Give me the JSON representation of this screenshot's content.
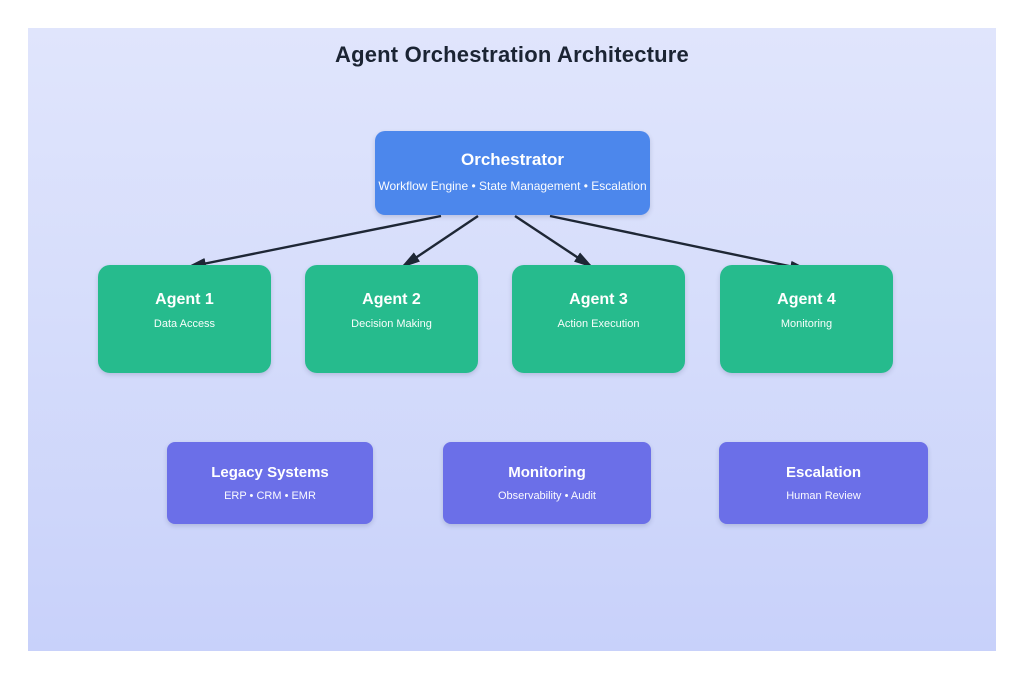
{
  "title": "Agent Orchestration Architecture",
  "orchestrator": {
    "title": "Orchestrator",
    "subtitle": "Workflow Engine • State Management • Escalation"
  },
  "agents": [
    {
      "title": "Agent 1",
      "subtitle": "Data Access"
    },
    {
      "title": "Agent 2",
      "subtitle": "Decision Making"
    },
    {
      "title": "Agent 3",
      "subtitle": "Action Execution"
    },
    {
      "title": "Agent 4",
      "subtitle": "Monitoring"
    }
  ],
  "systems": [
    {
      "title": "Legacy Systems",
      "subtitle": "ERP • CRM • EMR"
    },
    {
      "title": "Monitoring",
      "subtitle": "Observability • Audit"
    },
    {
      "title": "Escalation",
      "subtitle": "Human Review"
    }
  ],
  "colors": {
    "canvas_top": "#e0e5fc",
    "canvas_bottom": "#c8d1fa",
    "orchestrator": "#4c87ec",
    "agent": "#26bb8d",
    "system": "#6b6fe8",
    "arrow": "#1e2735",
    "title_text": "#1b2433",
    "node_text": "#ffffff"
  }
}
